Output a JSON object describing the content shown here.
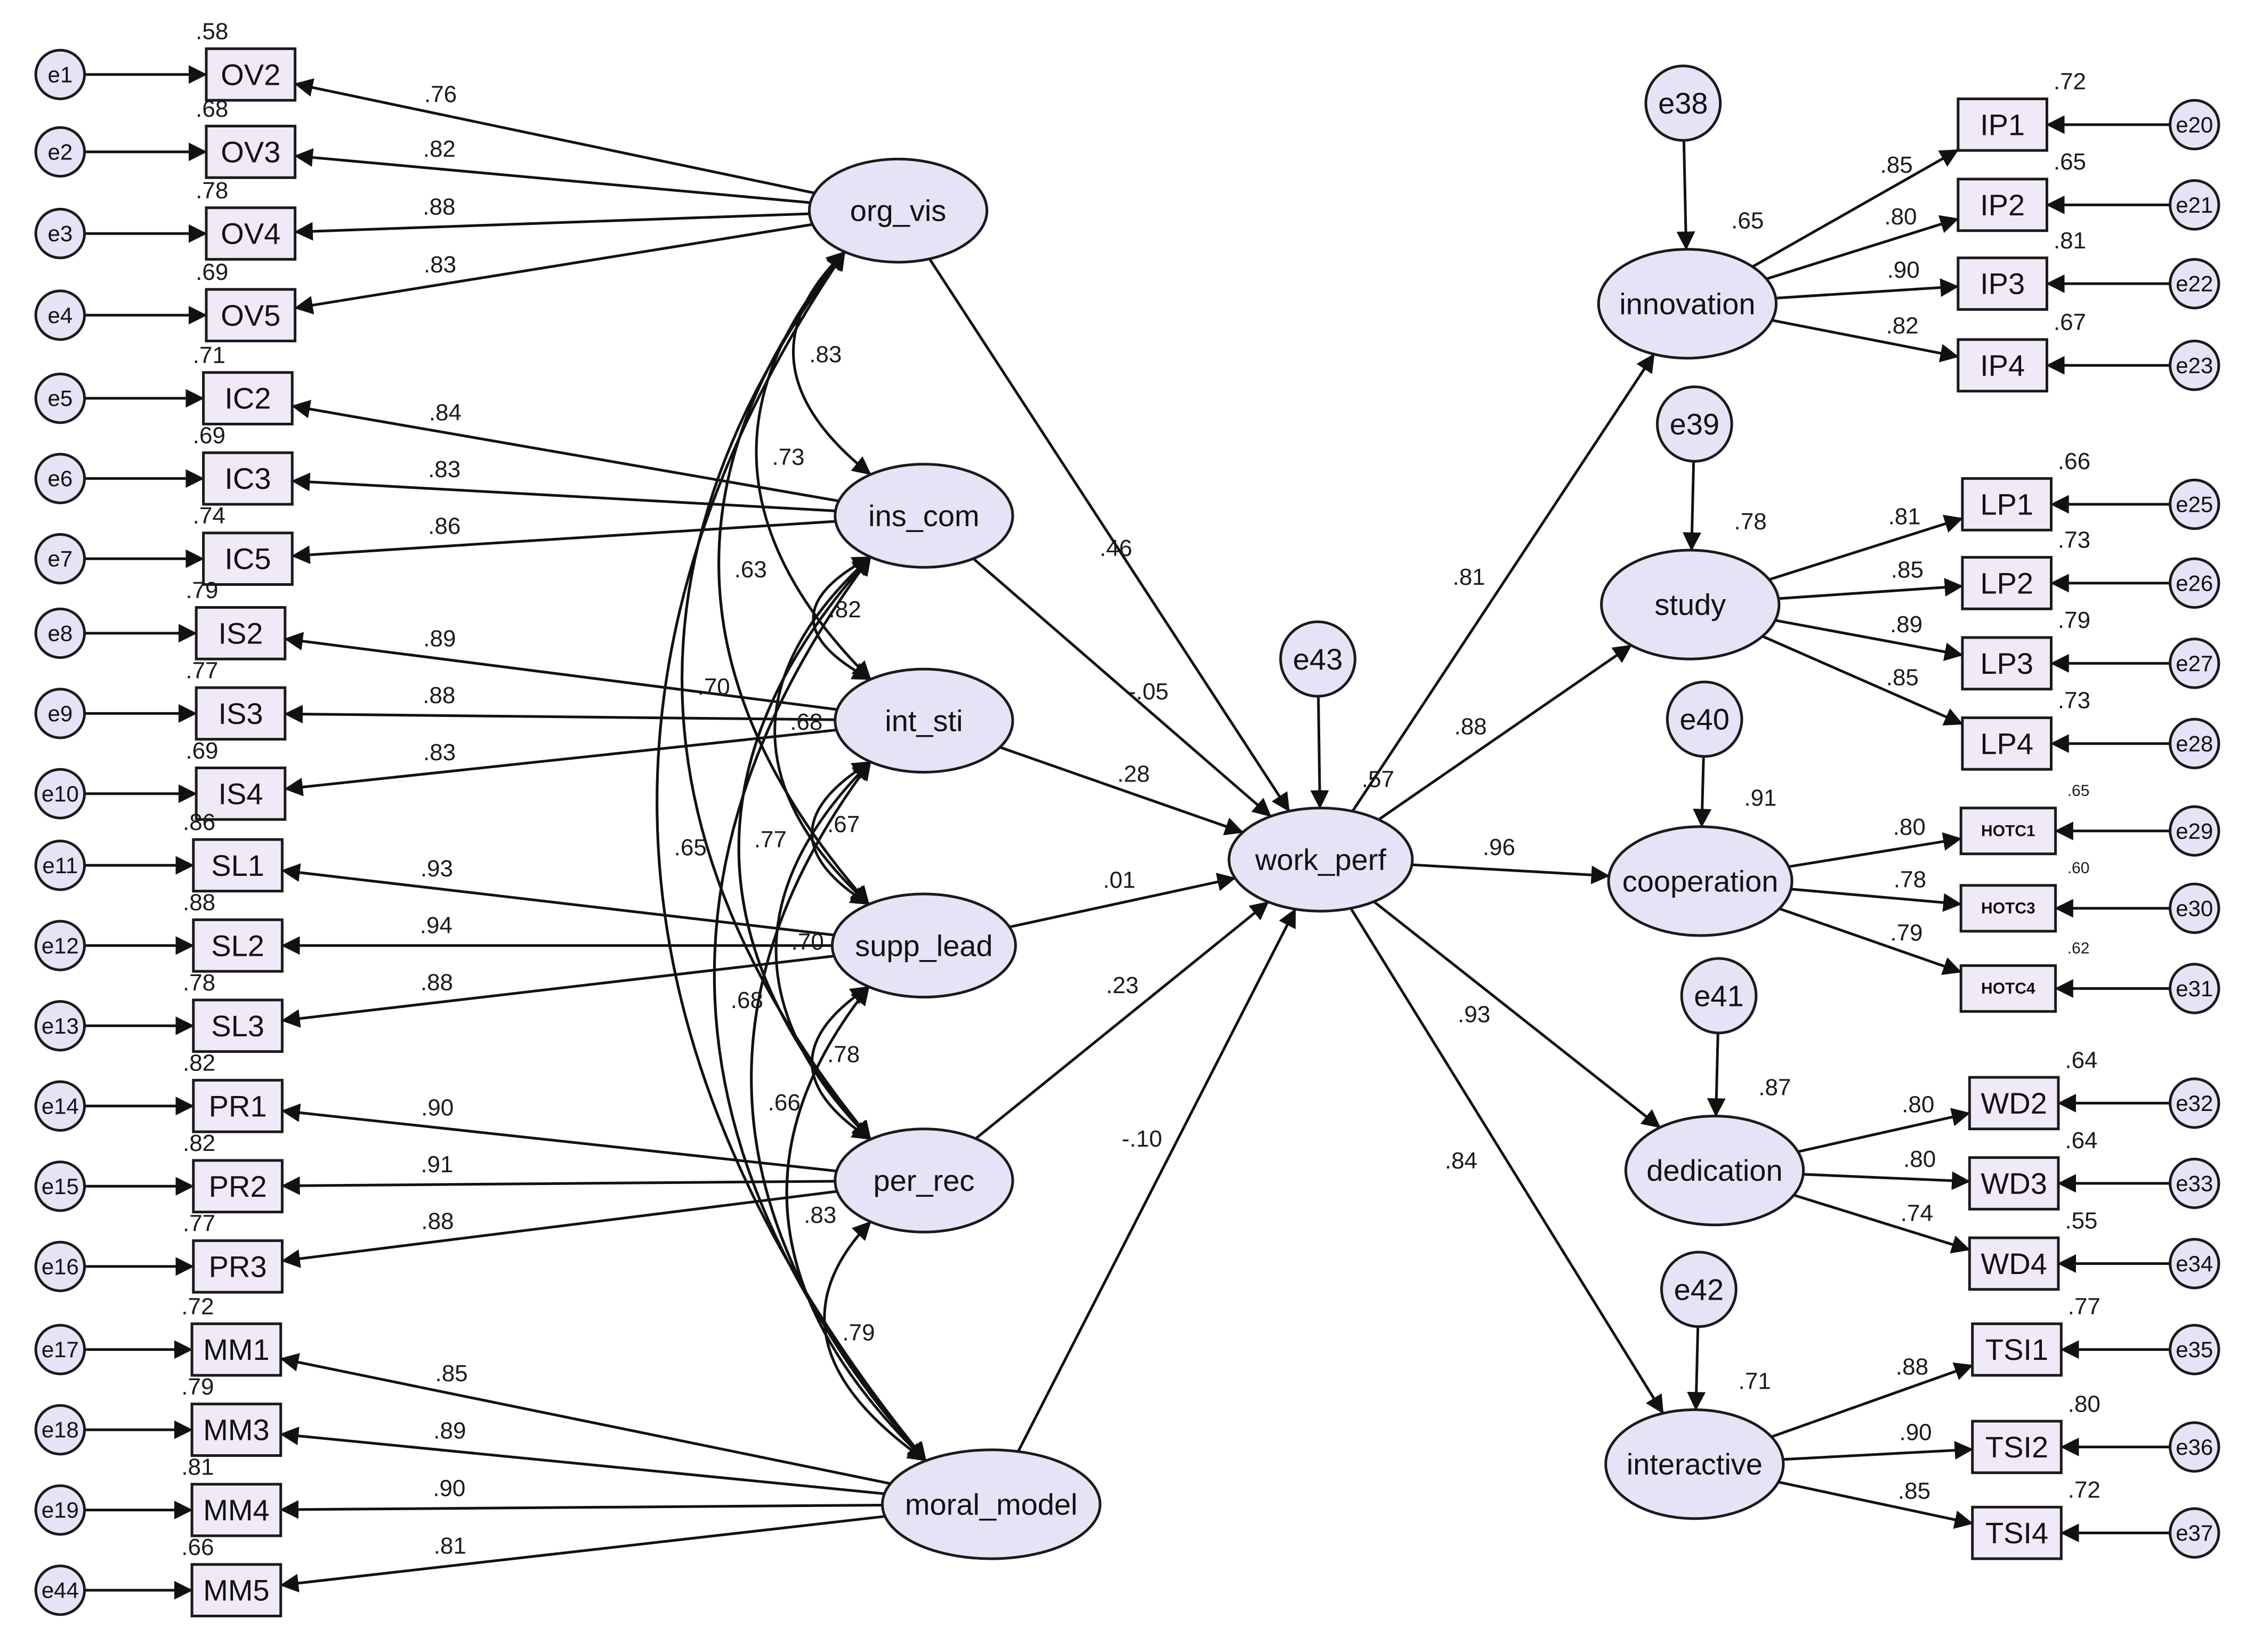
{
  "diagram": {
    "latent": [
      {
        "id": "org_vis",
        "label": "org_vis"
      },
      {
        "id": "ins_com",
        "label": "ins_com"
      },
      {
        "id": "int_sti",
        "label": "int_sti"
      },
      {
        "id": "supp_lead",
        "label": "supp_lead"
      },
      {
        "id": "per_rec",
        "label": "per_rec"
      },
      {
        "id": "moral_model",
        "label": "moral_model"
      },
      {
        "id": "work_perf",
        "label": "work_perf"
      },
      {
        "id": "innovation",
        "label": "innovation"
      },
      {
        "id": "study",
        "label": "study"
      },
      {
        "id": "cooperation",
        "label": "cooperation"
      },
      {
        "id": "dedication",
        "label": "dedication"
      },
      {
        "id": "interactive",
        "label": "interactive"
      }
    ],
    "errors": [
      {
        "id": "e1",
        "label": "e1"
      },
      {
        "id": "e2",
        "label": "e2"
      },
      {
        "id": "e3",
        "label": "e3"
      },
      {
        "id": "e4",
        "label": "e4"
      },
      {
        "id": "e5",
        "label": "e5"
      },
      {
        "id": "e6",
        "label": "e6"
      },
      {
        "id": "e7",
        "label": "e7"
      },
      {
        "id": "e8",
        "label": "e8"
      },
      {
        "id": "e9",
        "label": "e9"
      },
      {
        "id": "e10",
        "label": "e10"
      },
      {
        "id": "e11",
        "label": "e11"
      },
      {
        "id": "e12",
        "label": "e12"
      },
      {
        "id": "e13",
        "label": "e13"
      },
      {
        "id": "e14",
        "label": "e14"
      },
      {
        "id": "e15",
        "label": "e15"
      },
      {
        "id": "e16",
        "label": "e16"
      },
      {
        "id": "e17",
        "label": "e17"
      },
      {
        "id": "e18",
        "label": "e18"
      },
      {
        "id": "e19",
        "label": "e19"
      },
      {
        "id": "e44",
        "label": "e44"
      },
      {
        "id": "e20",
        "label": "e20"
      },
      {
        "id": "e21",
        "label": "e21"
      },
      {
        "id": "e22",
        "label": "e22"
      },
      {
        "id": "e23",
        "label": "e23"
      },
      {
        "id": "e25",
        "label": "e25"
      },
      {
        "id": "e26",
        "label": "e26"
      },
      {
        "id": "e27",
        "label": "e27"
      },
      {
        "id": "e28",
        "label": "e28"
      },
      {
        "id": "e29",
        "label": "e29"
      },
      {
        "id": "e30",
        "label": "e30"
      },
      {
        "id": "e31",
        "label": "e31"
      },
      {
        "id": "e32",
        "label": "e32"
      },
      {
        "id": "e33",
        "label": "e33"
      },
      {
        "id": "e34",
        "label": "e34"
      },
      {
        "id": "e35",
        "label": "e35"
      },
      {
        "id": "e36",
        "label": "e36"
      },
      {
        "id": "e37",
        "label": "e37"
      },
      {
        "id": "e38",
        "label": "e38"
      },
      {
        "id": "e39",
        "label": "e39"
      },
      {
        "id": "e40",
        "label": "e40"
      },
      {
        "id": "e41",
        "label": "e41"
      },
      {
        "id": "e42",
        "label": "e42"
      },
      {
        "id": "e43",
        "label": "e43"
      }
    ],
    "indicators": [
      {
        "id": "OV2",
        "label": "OV2",
        "r2": ".58"
      },
      {
        "id": "OV3",
        "label": "OV3",
        "r2": ".68"
      },
      {
        "id": "OV4",
        "label": "OV4",
        "r2": ".78"
      },
      {
        "id": "OV5",
        "label": "OV5",
        "r2": ".69"
      },
      {
        "id": "IC2",
        "label": "IC2",
        "r2": ".71"
      },
      {
        "id": "IC3",
        "label": "IC3",
        "r2": ".69"
      },
      {
        "id": "IC5",
        "label": "IC5",
        "r2": ".74"
      },
      {
        "id": "IS2",
        "label": "IS2",
        "r2": ".79"
      },
      {
        "id": "IS3",
        "label": "IS3",
        "r2": ".77"
      },
      {
        "id": "IS4",
        "label": "IS4",
        "r2": ".69"
      },
      {
        "id": "SL1",
        "label": "SL1",
        "r2": ".86"
      },
      {
        "id": "SL2",
        "label": "SL2",
        "r2": ".88"
      },
      {
        "id": "SL3",
        "label": "SL3",
        "r2": ".78"
      },
      {
        "id": "PR1",
        "label": "PR1",
        "r2": ".82"
      },
      {
        "id": "PR2",
        "label": "PR2",
        "r2": ".82"
      },
      {
        "id": "PR3",
        "label": "PR3",
        "r2": ".77"
      },
      {
        "id": "MM1",
        "label": "MM1",
        "r2": ".72"
      },
      {
        "id": "MM3",
        "label": "MM3",
        "r2": ".79"
      },
      {
        "id": "MM4",
        "label": "MM4",
        "r2": ".81"
      },
      {
        "id": "MM5",
        "label": "MM5",
        "r2": ".66"
      },
      {
        "id": "IP1",
        "label": "IP1",
        "r2": ".72"
      },
      {
        "id": "IP2",
        "label": "IP2",
        "r2": ".65"
      },
      {
        "id": "IP3",
        "label": "IP3",
        "r2": ".81"
      },
      {
        "id": "IP4",
        "label": "IP4",
        "r2": ".67"
      },
      {
        "id": "LP1",
        "label": "LP1",
        "r2": ".66"
      },
      {
        "id": "LP2",
        "label": "LP2",
        "r2": ".73"
      },
      {
        "id": "LP3",
        "label": "LP3",
        "r2": ".79"
      },
      {
        "id": "LP4",
        "label": "LP4",
        "r2": ".73"
      },
      {
        "id": "HOTC1",
        "label": "HOTC1",
        "r2": ".65"
      },
      {
        "id": "HOTC3",
        "label": "HOTC3",
        "r2": ".60"
      },
      {
        "id": "HOTC4",
        "label": "HOTC4",
        "r2": ".62"
      },
      {
        "id": "WD2",
        "label": "WD2",
        "r2": ".64"
      },
      {
        "id": "WD3",
        "label": "WD3",
        "r2": ".64"
      },
      {
        "id": "WD4",
        "label": "WD4",
        "r2": ".55"
      },
      {
        "id": "TSI1",
        "label": "TSI1",
        "r2": ".77"
      },
      {
        "id": "TSI2",
        "label": "TSI2",
        "r2": ".80"
      },
      {
        "id": "TSI4",
        "label": "TSI4",
        "r2": ".72"
      }
    ],
    "latent_r2": [
      {
        "node": "work_perf",
        "value": ".57"
      },
      {
        "node": "innovation",
        "value": ".65"
      },
      {
        "node": "study",
        "value": ".78"
      },
      {
        "node": "cooperation",
        "value": ".91"
      },
      {
        "node": "dedication",
        "value": ".87"
      },
      {
        "node": "interactive",
        "value": ".71"
      }
    ],
    "loadings": [
      {
        "from": "org_vis",
        "to": "OV2",
        "value": ".76"
      },
      {
        "from": "org_vis",
        "to": "OV3",
        "value": ".82"
      },
      {
        "from": "org_vis",
        "to": "OV4",
        "value": ".88"
      },
      {
        "from": "org_vis",
        "to": "OV5",
        "value": ".83"
      },
      {
        "from": "ins_com",
        "to": "IC2",
        "value": ".84"
      },
      {
        "from": "ins_com",
        "to": "IC3",
        "value": ".83"
      },
      {
        "from": "ins_com",
        "to": "IC5",
        "value": ".86"
      },
      {
        "from": "int_sti",
        "to": "IS2",
        "value": ".89"
      },
      {
        "from": "int_sti",
        "to": "IS3",
        "value": ".88"
      },
      {
        "from": "int_sti",
        "to": "IS4",
        "value": ".83"
      },
      {
        "from": "supp_lead",
        "to": "SL1",
        "value": ".93"
      },
      {
        "from": "supp_lead",
        "to": "SL2",
        "value": ".94"
      },
      {
        "from": "supp_lead",
        "to": "SL3",
        "value": ".88"
      },
      {
        "from": "per_rec",
        "to": "PR1",
        "value": ".90"
      },
      {
        "from": "per_rec",
        "to": "PR2",
        "value": ".91"
      },
      {
        "from": "per_rec",
        "to": "PR3",
        "value": ".88"
      },
      {
        "from": "moral_model",
        "to": "MM1",
        "value": ".85"
      },
      {
        "from": "moral_model",
        "to": "MM3",
        "value": ".89"
      },
      {
        "from": "moral_model",
        "to": "MM4",
        "value": ".90"
      },
      {
        "from": "moral_model",
        "to": "MM5",
        "value": ".81"
      },
      {
        "from": "innovation",
        "to": "IP1",
        "value": ".85"
      },
      {
        "from": "innovation",
        "to": "IP2",
        "value": ".80"
      },
      {
        "from": "innovation",
        "to": "IP3",
        "value": ".90"
      },
      {
        "from": "innovation",
        "to": "IP4",
        "value": ".82"
      },
      {
        "from": "study",
        "to": "LP1",
        "value": ".81"
      },
      {
        "from": "study",
        "to": "LP2",
        "value": ".85"
      },
      {
        "from": "study",
        "to": "LP3",
        "value": ".89"
      },
      {
        "from": "study",
        "to": "LP4",
        "value": ".85"
      },
      {
        "from": "cooperation",
        "to": "HOTC1",
        "value": ".80"
      },
      {
        "from": "cooperation",
        "to": "HOTC3",
        "value": ".78"
      },
      {
        "from": "cooperation",
        "to": "HOTC4",
        "value": ".79"
      },
      {
        "from": "dedication",
        "to": "WD2",
        "value": ".80"
      },
      {
        "from": "dedication",
        "to": "WD3",
        "value": ".80"
      },
      {
        "from": "dedication",
        "to": "WD4",
        "value": ".74"
      },
      {
        "from": "interactive",
        "to": "TSI1",
        "value": ".88"
      },
      {
        "from": "interactive",
        "to": "TSI2",
        "value": ".90"
      },
      {
        "from": "interactive",
        "to": "TSI4",
        "value": ".85"
      }
    ],
    "structural_paths": [
      {
        "from": "org_vis",
        "to": "work_perf",
        "value": ".46"
      },
      {
        "from": "ins_com",
        "to": "work_perf",
        "value": "-.05"
      },
      {
        "from": "int_sti",
        "to": "work_perf",
        "value": ".28"
      },
      {
        "from": "supp_lead",
        "to": "work_perf",
        "value": ".01"
      },
      {
        "from": "per_rec",
        "to": "work_perf",
        "value": ".23"
      },
      {
        "from": "moral_model",
        "to": "work_perf",
        "value": "-.10"
      },
      {
        "from": "work_perf",
        "to": "innovation",
        "value": ".81"
      },
      {
        "from": "work_perf",
        "to": "study",
        "value": ".88"
      },
      {
        "from": "work_perf",
        "to": "cooperation",
        "value": ".96"
      },
      {
        "from": "work_perf",
        "to": "dedication",
        "value": ".93"
      },
      {
        "from": "work_perf",
        "to": "interactive",
        "value": ".84"
      }
    ],
    "correlations": [
      {
        "a": "org_vis",
        "b": "ins_com",
        "value": ".83"
      },
      {
        "a": "org_vis",
        "b": "int_sti",
        "value": ".73"
      },
      {
        "a": "org_vis",
        "b": "supp_lead",
        "value": ".63"
      },
      {
        "a": "org_vis",
        "b": "per_rec",
        "value": ".70"
      },
      {
        "a": "org_vis",
        "b": "moral_model",
        "value": ".65"
      },
      {
        "a": "ins_com",
        "b": "int_sti",
        "value": ".82"
      },
      {
        "a": "ins_com",
        "b": "supp_lead",
        "value": ".68"
      },
      {
        "a": "ins_com",
        "b": "per_rec",
        "value": ".77"
      },
      {
        "a": "ins_com",
        "b": "moral_model",
        "value": ".68"
      },
      {
        "a": "int_sti",
        "b": "supp_lead",
        "value": ".67"
      },
      {
        "a": "int_sti",
        "b": "per_rec",
        "value": ".70"
      },
      {
        "a": "int_sti",
        "b": "moral_model",
        "value": ".66"
      },
      {
        "a": "supp_lead",
        "b": "per_rec",
        "value": ".78"
      },
      {
        "a": "supp_lead",
        "b": "moral_model",
        "value": ".83"
      },
      {
        "a": "per_rec",
        "b": "moral_model",
        "value": ".79"
      }
    ],
    "disturbances": [
      {
        "from": "e38",
        "to": "innovation"
      },
      {
        "from": "e39",
        "to": "study"
      },
      {
        "from": "e40",
        "to": "cooperation"
      },
      {
        "from": "e41",
        "to": "dedication"
      },
      {
        "from": "e42",
        "to": "interactive"
      },
      {
        "from": "e43",
        "to": "work_perf"
      }
    ]
  }
}
